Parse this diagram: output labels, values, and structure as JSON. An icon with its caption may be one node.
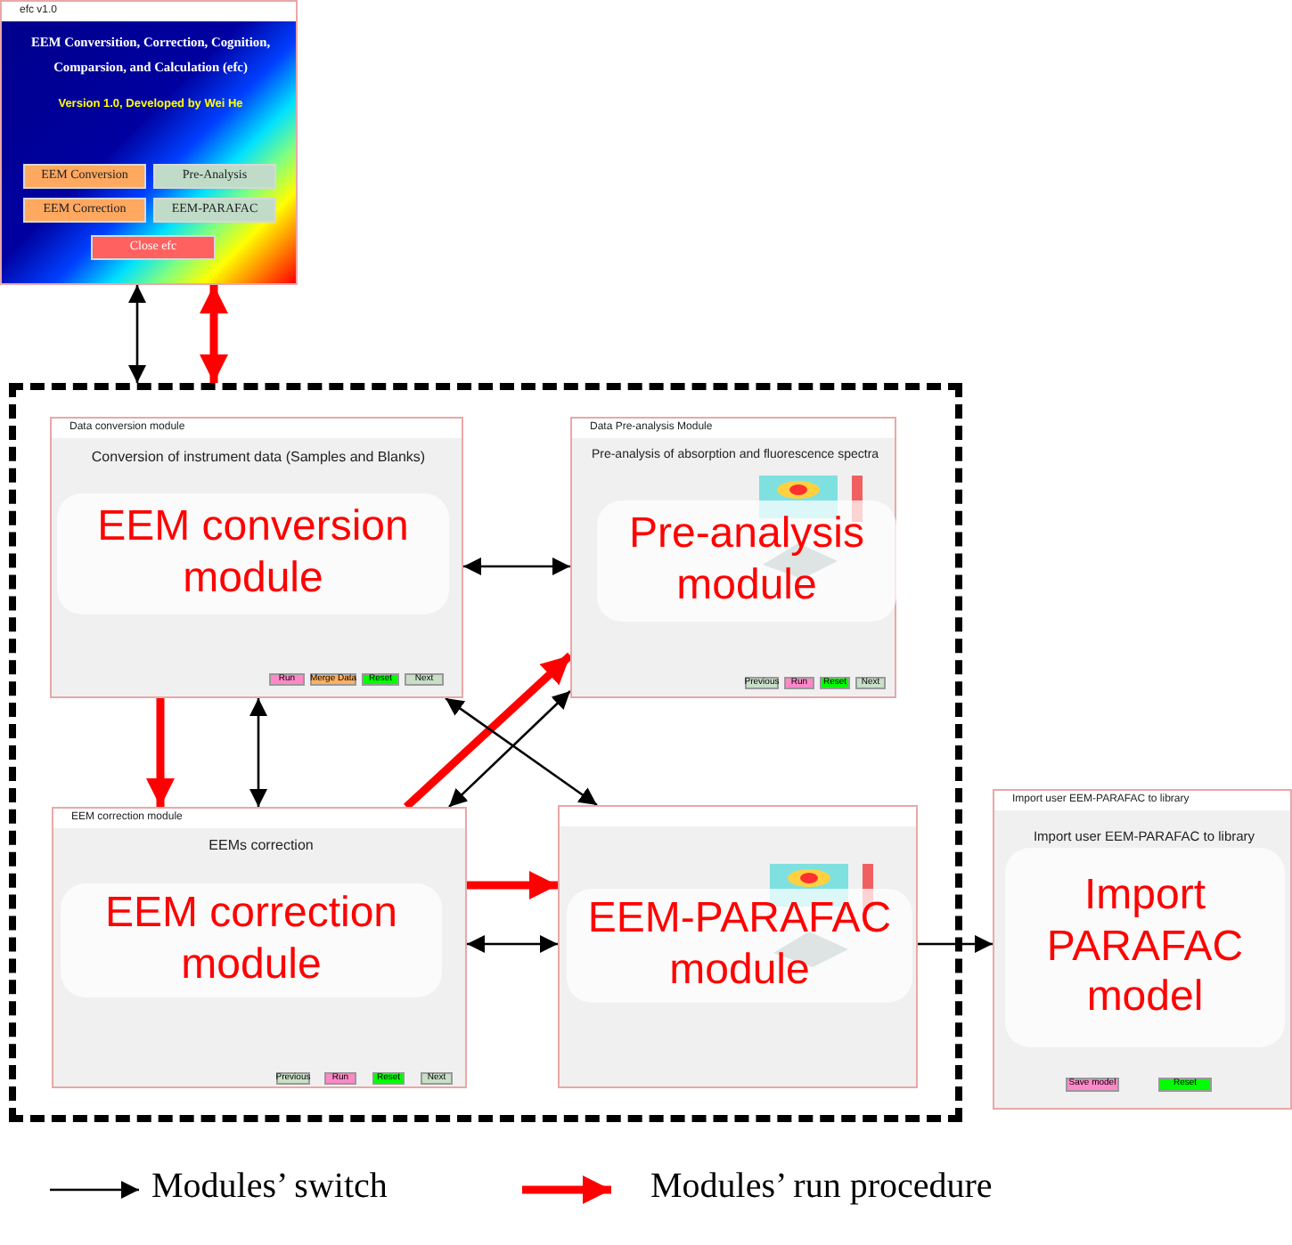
{
  "diagram": {
    "nodes": [
      {
        "text": [
          "efc v1.0",
          "EEM Conversition, Correction, Cognition, Comparsion, and Calculation (efc)",
          "Version 1.0, Developed by Wei He",
          "EEM Conversion",
          "Pre-Analysis",
          "EEM Correction",
          "EEM-PARAFAC",
          "Close efc"
        ]
      },
      {
        "text": [],
        "shape": "box"
      },
      {
        "text": [
          "Data conversion module",
          "Conversion of instrument data (Samples and Blanks)",
          "Run",
          "Merge Data",
          "Reset",
          "Next",
          "EEM conversion module"
        ],
        "in": 1
      },
      {
        "text": [
          "Data Pre-analysis Module",
          "Pre-analysis of absorption and fluorescence spectra",
          "Previous",
          "Run",
          "Reset",
          "Next",
          "Pre-analysis module"
        ],
        "in": 1
      },
      {
        "text": [
          "EEM correction module",
          "EEMs correction",
          "Previous",
          "Run",
          "Reset",
          "Next",
          "EEM correction module"
        ],
        "in": 1
      },
      {
        "text": [
          "EEM-PARAFAC module"
        ],
        "in": 1
      },
      {
        "text": [
          "Import user EEM-PARAFAC to library",
          "Import user EEM-PARAFAC to library",
          "Save model",
          "Reset",
          "Import PARAFAC model"
        ]
      }
    ],
    "edges": [
      {
        "from": 0,
        "to": 1,
        "arrow": "both"
      },
      {
        "from": 0,
        "to": 1,
        "arrow": "both",
        "style": "thick",
        "color": "#ff0000"
      },
      {
        "from": 2,
        "to": 3,
        "arrow": "both"
      },
      {
        "from": 2,
        "to": 4,
        "arrow": "to",
        "style": "thick",
        "color": "#ff0000"
      },
      {
        "from": 2,
        "to": 4,
        "arrow": "both"
      },
      {
        "from": 4,
        "to": 3,
        "arrow": "to",
        "style": "thick",
        "color": "#ff0000"
      },
      {
        "from": 2,
        "to": 5,
        "arrow": "both"
      },
      {
        "from": 3,
        "to": 4,
        "arrow": "both"
      },
      {
        "from": 4,
        "to": 5,
        "arrow": "to",
        "style": "thick",
        "color": "#ff0000"
      },
      {
        "from": 4,
        "to": 5,
        "arrow": "both"
      },
      {
        "from": 5,
        "to": 6,
        "arrow": "to"
      }
    ],
    "legend": [
      {
        "text": "Modules’ switch"
      },
      {
        "text": "Modules’ run procedure"
      }
    ]
  }
}
